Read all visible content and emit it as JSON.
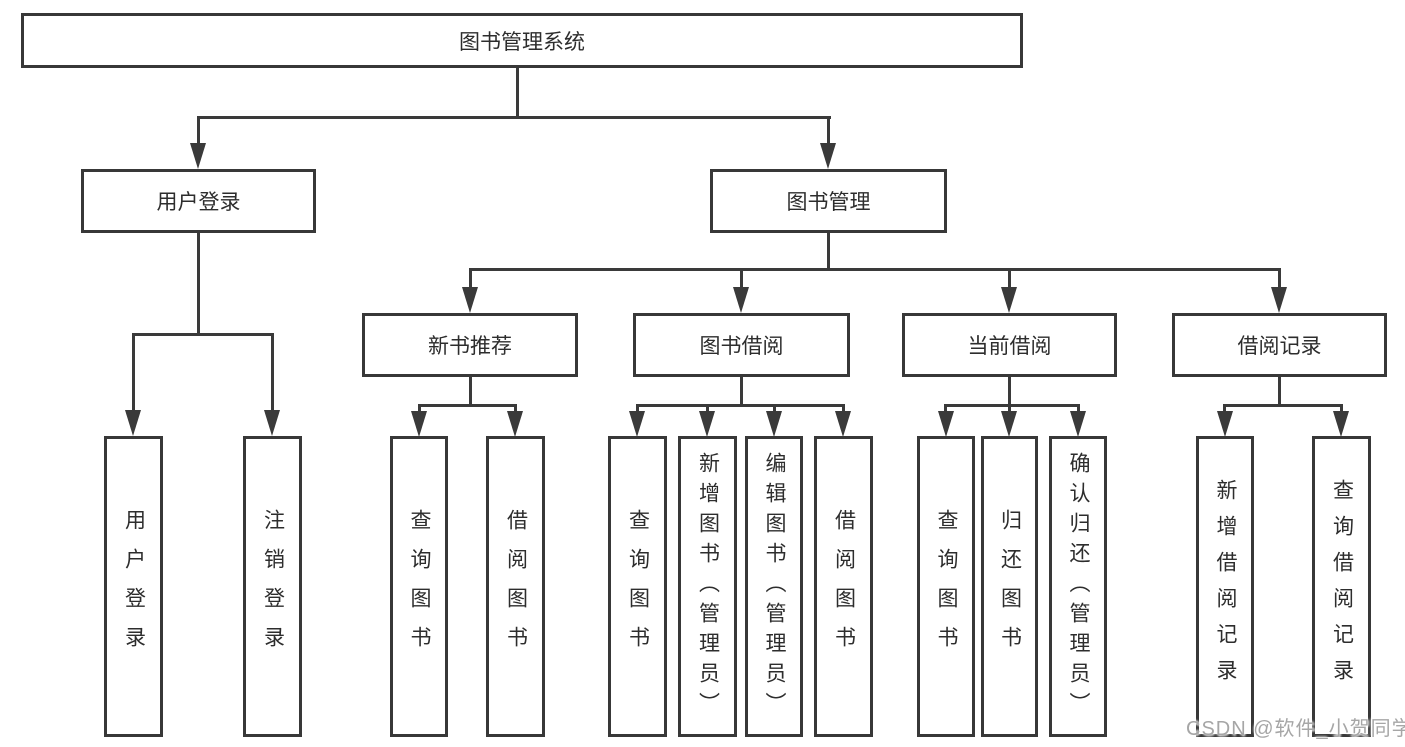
{
  "diagram": {
    "root": "图书管理系统",
    "level2": [
      "用户登录",
      "图书管理"
    ],
    "level3": [
      "新书推荐",
      "图书借阅",
      "当前借阅",
      "借阅记录"
    ],
    "leaves": [
      "用户登录",
      "注销登录",
      "查询图书",
      "借阅图书",
      "查询图书",
      "新增图书（管理员）",
      "编辑图书（管理员）",
      "借阅图书",
      "查询图书",
      "归还图书",
      "确认归还（管理员）",
      "新增借阅记录",
      "查询借阅记录"
    ],
    "structure": {
      "图书管理系统": [
        "用户登录",
        "图书管理"
      ],
      "用户登录": [
        "用户登录",
        "注销登录"
      ],
      "图书管理": [
        "新书推荐",
        "图书借阅",
        "当前借阅",
        "借阅记录"
      ],
      "新书推荐": [
        "查询图书",
        "借阅图书"
      ],
      "图书借阅": [
        "查询图书",
        "新增图书（管理员）",
        "编辑图书（管理员）",
        "借阅图书"
      ],
      "当前借阅": [
        "查询图书",
        "归还图书",
        "确认归还（管理员）"
      ],
      "借阅记录": [
        "新增借阅记录",
        "查询借阅记录"
      ]
    },
    "colors": {
      "line": "#3a3a3a",
      "border": "#383838",
      "text": "#2d2d2d",
      "background": "#ffffff",
      "watermark": "#a6a6a6"
    }
  },
  "watermark": "CSDN @软件_小贺同学"
}
